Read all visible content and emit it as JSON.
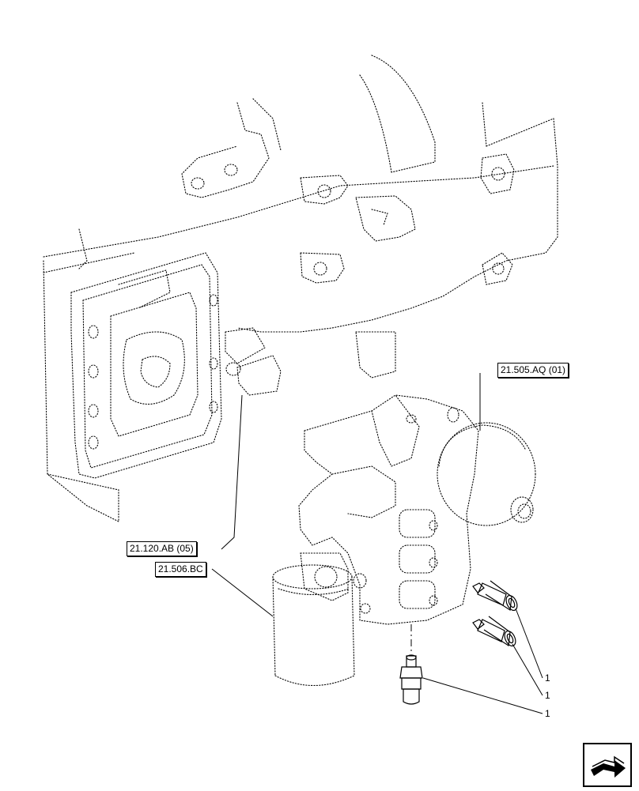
{
  "references": {
    "valve_block": "21.505.AQ (01)",
    "housing": "21.120.AB (05)",
    "filter": "21.506.BC"
  },
  "callouts": [
    "1",
    "1",
    "1"
  ],
  "icons": {
    "navigation": "next-page-arrow-icon"
  }
}
